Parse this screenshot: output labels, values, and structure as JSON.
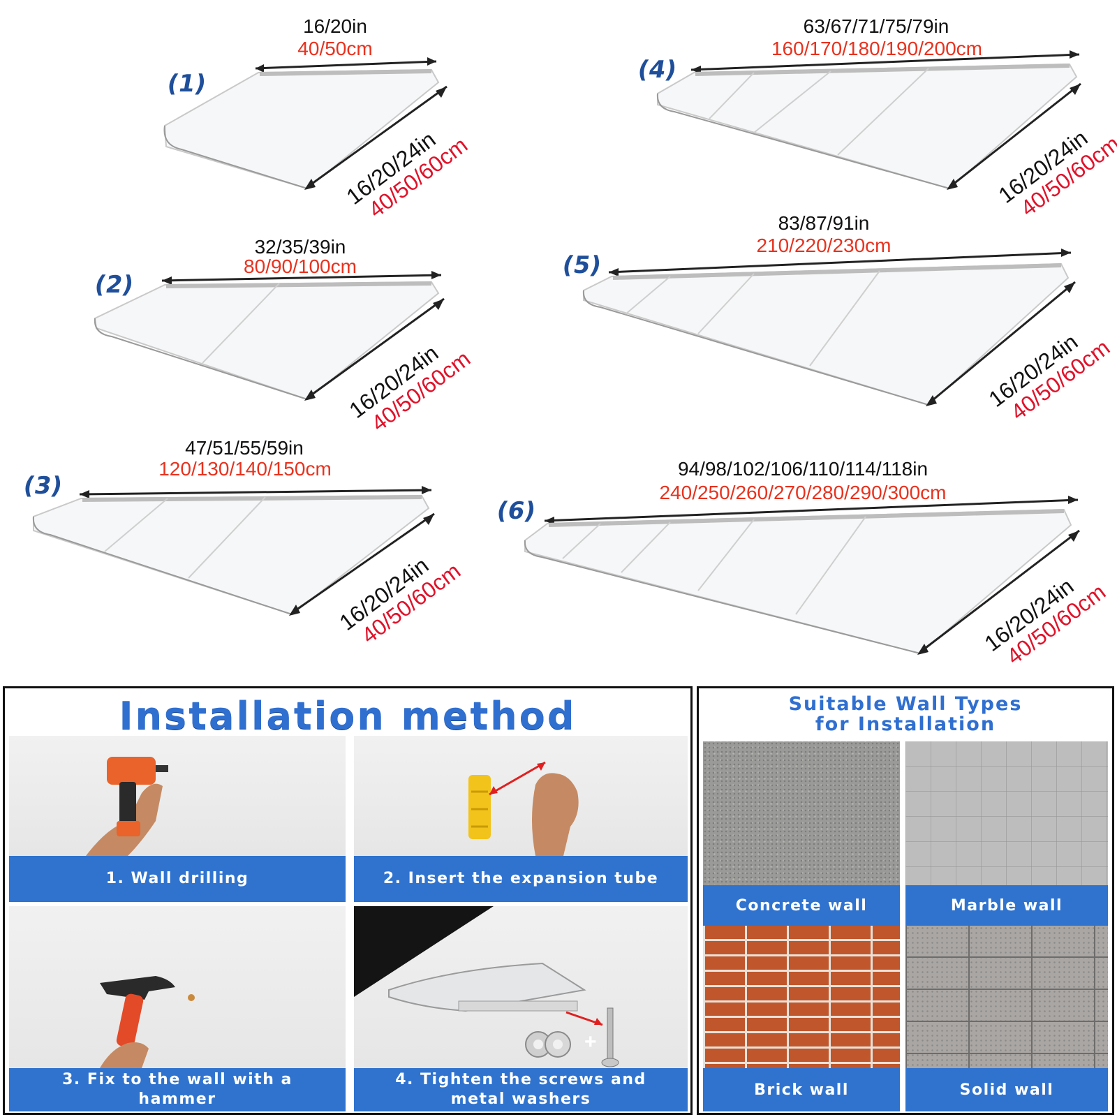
{
  "sizes": [
    {
      "number": "(1)",
      "length_in": "16/20in",
      "length_cm": "40/50cm",
      "depth_in": "16/20/24in",
      "depth_cm": "40/50/60cm"
    },
    {
      "number": "(2)",
      "length_in": "32/35/39in",
      "length_cm": "80/90/100cm",
      "depth_in": "16/20/24in",
      "depth_cm": "40/50/60cm"
    },
    {
      "number": "(3)",
      "length_in": "47/51/55/59in",
      "length_cm": "120/130/140/150cm",
      "depth_in": "16/20/24in",
      "depth_cm": "40/50/60cm"
    },
    {
      "number": "(4)",
      "length_in": "63/67/71/75/79in",
      "length_cm": "160/170/180/190/200cm",
      "depth_in": "16/20/24in",
      "depth_cm": "40/50/60cm"
    },
    {
      "number": "(5)",
      "length_in": "83/87/91in",
      "length_cm": "210/220/230cm",
      "depth_in": "16/20/24in",
      "depth_cm": "40/50/60cm"
    },
    {
      "number": "(6)",
      "length_in": "94/98/102/106/110/114/118in",
      "length_cm": "240/250/260/270/280/290/300cm",
      "depth_in": "16/20/24in",
      "depth_cm": "40/50/60cm"
    }
  ],
  "installation": {
    "title": "Installation method",
    "steps": [
      {
        "label": "1. Wall drilling"
      },
      {
        "label": "2. Insert the expansion tube"
      },
      {
        "label": "3. Fix to the wall with a hammer"
      },
      {
        "label": "4. Tighten the screws and metal washers"
      }
    ]
  },
  "walls": {
    "title": "Suitable Wall Types for Installation",
    "types": [
      {
        "label": "Concrete wall",
        "color": "#9a9a98"
      },
      {
        "label": "Marble wall",
        "color": "#bdbdbd"
      },
      {
        "label": "Brick wall",
        "color": "#c0562c"
      },
      {
        "label": "Solid wall",
        "color": "#a9a6a4"
      }
    ]
  },
  "colors": {
    "accent_blue": "#2f73cf",
    "dimension_red": "#e8321e",
    "number_blue": "#1f4f9a"
  }
}
